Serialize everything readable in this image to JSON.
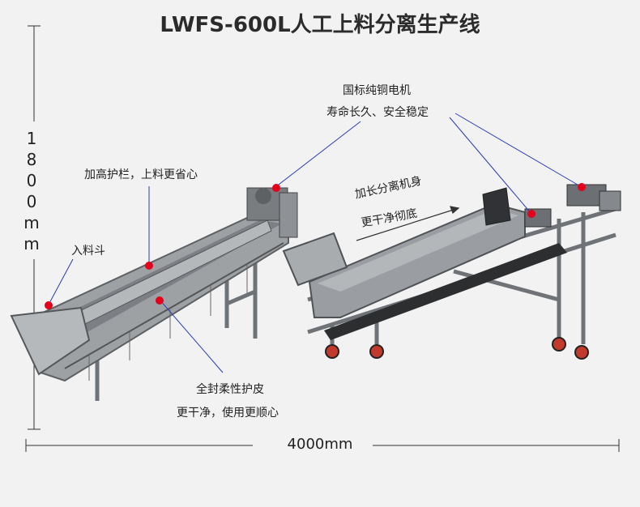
{
  "title": "LWFS-600L人工上料分离生产线",
  "dimensions": {
    "height_chars": [
      "1",
      "8",
      "0",
      "0",
      "m",
      "m"
    ],
    "width_label": "4000mm"
  },
  "annotations": {
    "motor_line1": "国标纯铜电机",
    "motor_line2": "寿命长久、安全稳定",
    "guard_label": "加高护栏，上料更省心",
    "hopper_label": "入料斗",
    "body_line1": "加长分离机身",
    "body_line2": "更干净彻底",
    "cover_line1": "全封柔性护皮",
    "cover_line2": "更干净，使用更顺心"
  },
  "colors": {
    "marker": "#e4001b",
    "steel": "#8a8d90",
    "frame": "#6f7276"
  }
}
